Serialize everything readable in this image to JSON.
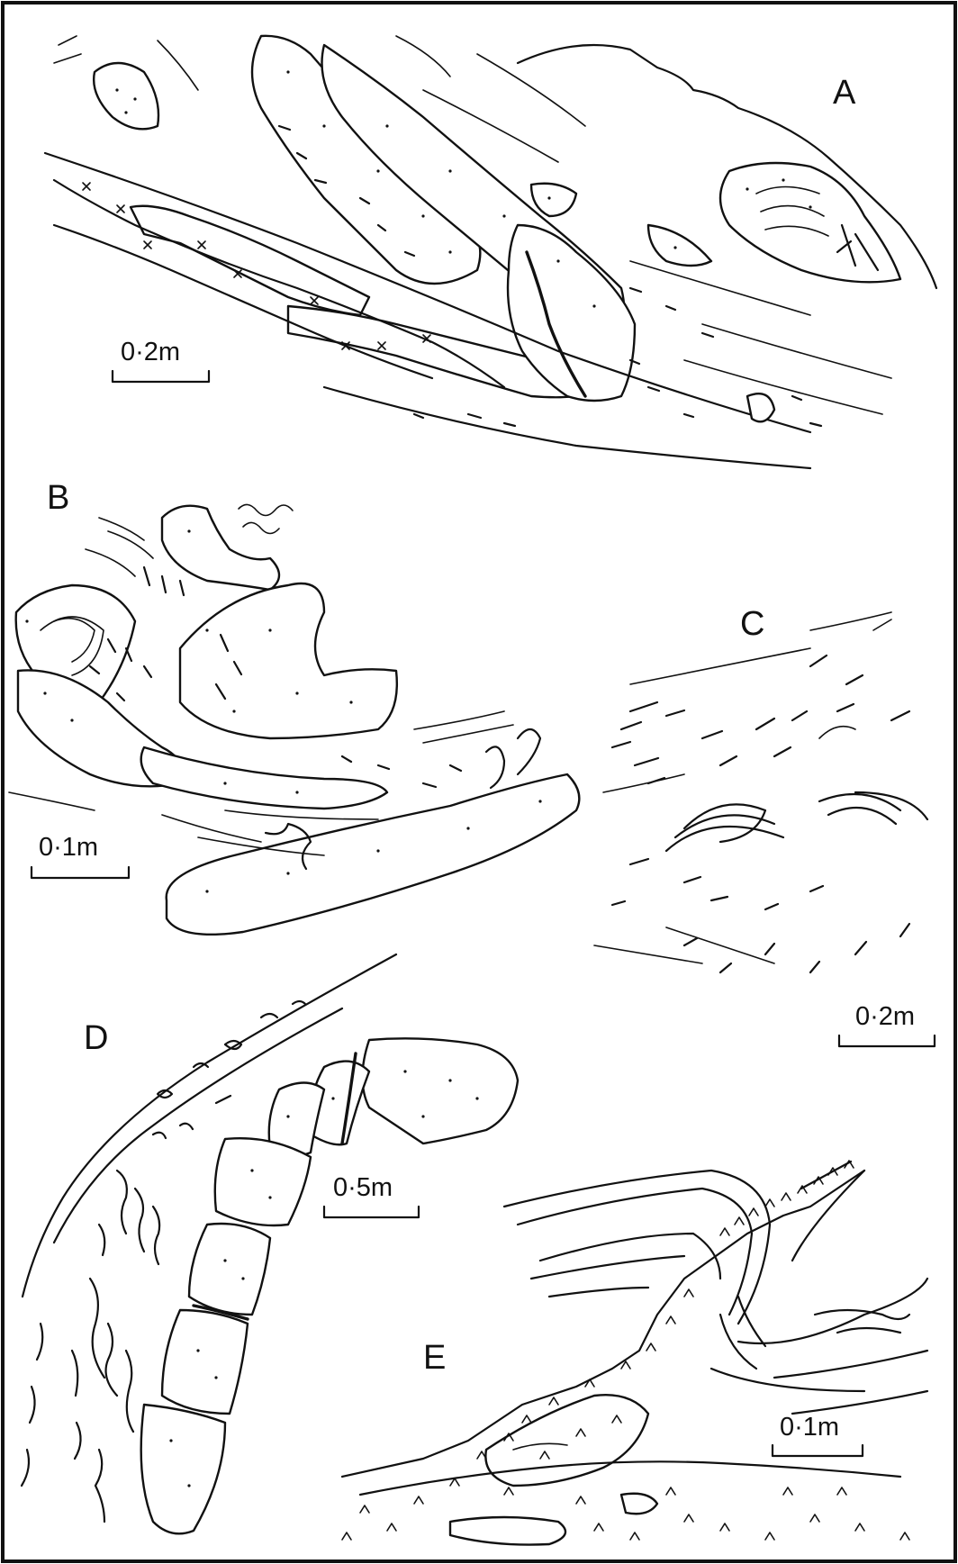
{
  "panels": {
    "A": {
      "label": "A",
      "scale": "0·2m"
    },
    "B": {
      "label": "B",
      "scale": "0·1m"
    },
    "C": {
      "label": "C",
      "scale": "0·2m"
    },
    "D": {
      "label": "D",
      "scale": "0·5m"
    },
    "E": {
      "label": "E",
      "scale": "0·1m"
    }
  },
  "colors": {
    "ink": "#111111",
    "paper": "#ffffff"
  }
}
